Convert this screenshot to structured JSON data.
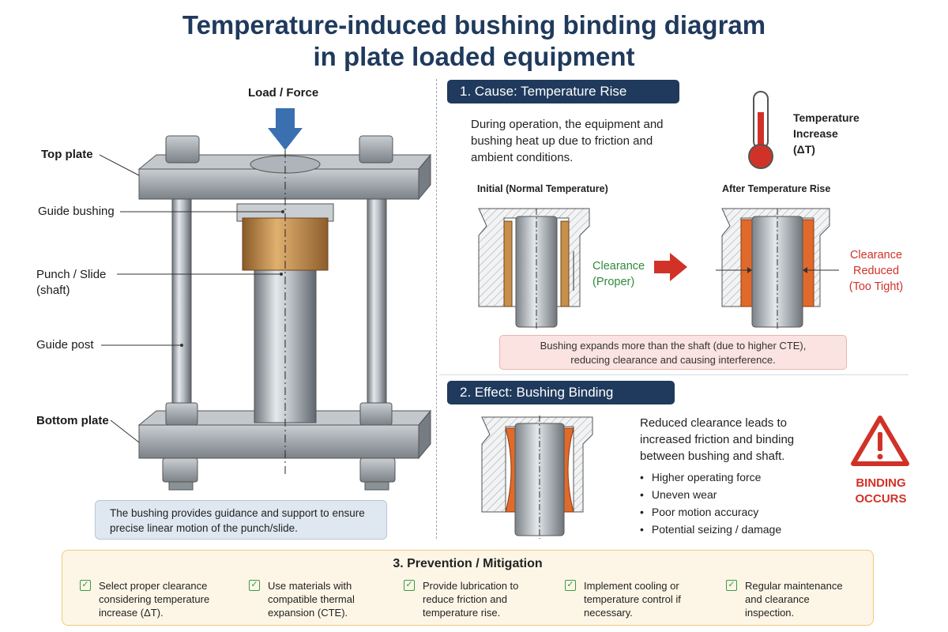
{
  "title_line1": "Temperature-induced bushing binding diagram",
  "title_line2": "in plate loaded equipment",
  "assembly": {
    "load_label": "Load / Force",
    "top_plate": "Top plate",
    "guide_bushing": "Guide bushing",
    "punch_line1": "Punch / Slide",
    "punch_line2": "(shaft)",
    "guide_post": "Guide post",
    "bottom_plate": "Bottom plate",
    "note": [
      "The bushing provides guidance and support to ensure",
      "precise linear motion of the punch/slide."
    ]
  },
  "cause": {
    "heading": "1. Cause: Temperature Rise",
    "text": [
      "During operation, the equipment and",
      "bushing heat up due to friction and",
      "ambient conditions."
    ],
    "thermo_label": [
      "Temperature",
      "Increase",
      "(ΔT)"
    ],
    "initial_caption": "Initial (Normal Temperature)",
    "after_caption": "After Temperature Rise",
    "clearance_ok": [
      "Clearance",
      "(Proper)"
    ],
    "clearance_bad": [
      "Clearance",
      "Reduced",
      "(Too Tight)"
    ],
    "note": [
      "Bushing expands more than the shaft (due to higher CTE),",
      "reducing clearance and causing interference."
    ]
  },
  "effect": {
    "heading": "2. Effect: Bushing Binding",
    "text": [
      "Reduced clearance leads to",
      "increased friction and binding",
      "between bushing and shaft."
    ],
    "bullets": [
      "Higher operating force",
      "Uneven wear",
      "Poor motion accuracy",
      "Potential seizing / damage"
    ],
    "warning": [
      "BINDING",
      "OCCURS"
    ]
  },
  "prevention": {
    "heading": "3. Prevention / Mitigation",
    "items": [
      [
        "Select proper clearance",
        "considering temperature",
        "increase (ΔT)."
      ],
      [
        "Use materials with",
        "compatible thermal",
        "expansion (CTE)."
      ],
      [
        "Provide lubrication to",
        "reduce friction and",
        "temperature rise."
      ],
      [
        "Implement cooling or",
        "temperature control if",
        "necessary."
      ],
      [
        "Regular maintenance",
        "and clearance",
        "inspection."
      ]
    ]
  },
  "colors": {
    "navy": "#1f3a5c",
    "bronze": "#c8904a",
    "steel": "#a9b0b6",
    "green": "#3a9a48",
    "red": "#d13228",
    "arrow_blue": "#3a6fb0"
  }
}
